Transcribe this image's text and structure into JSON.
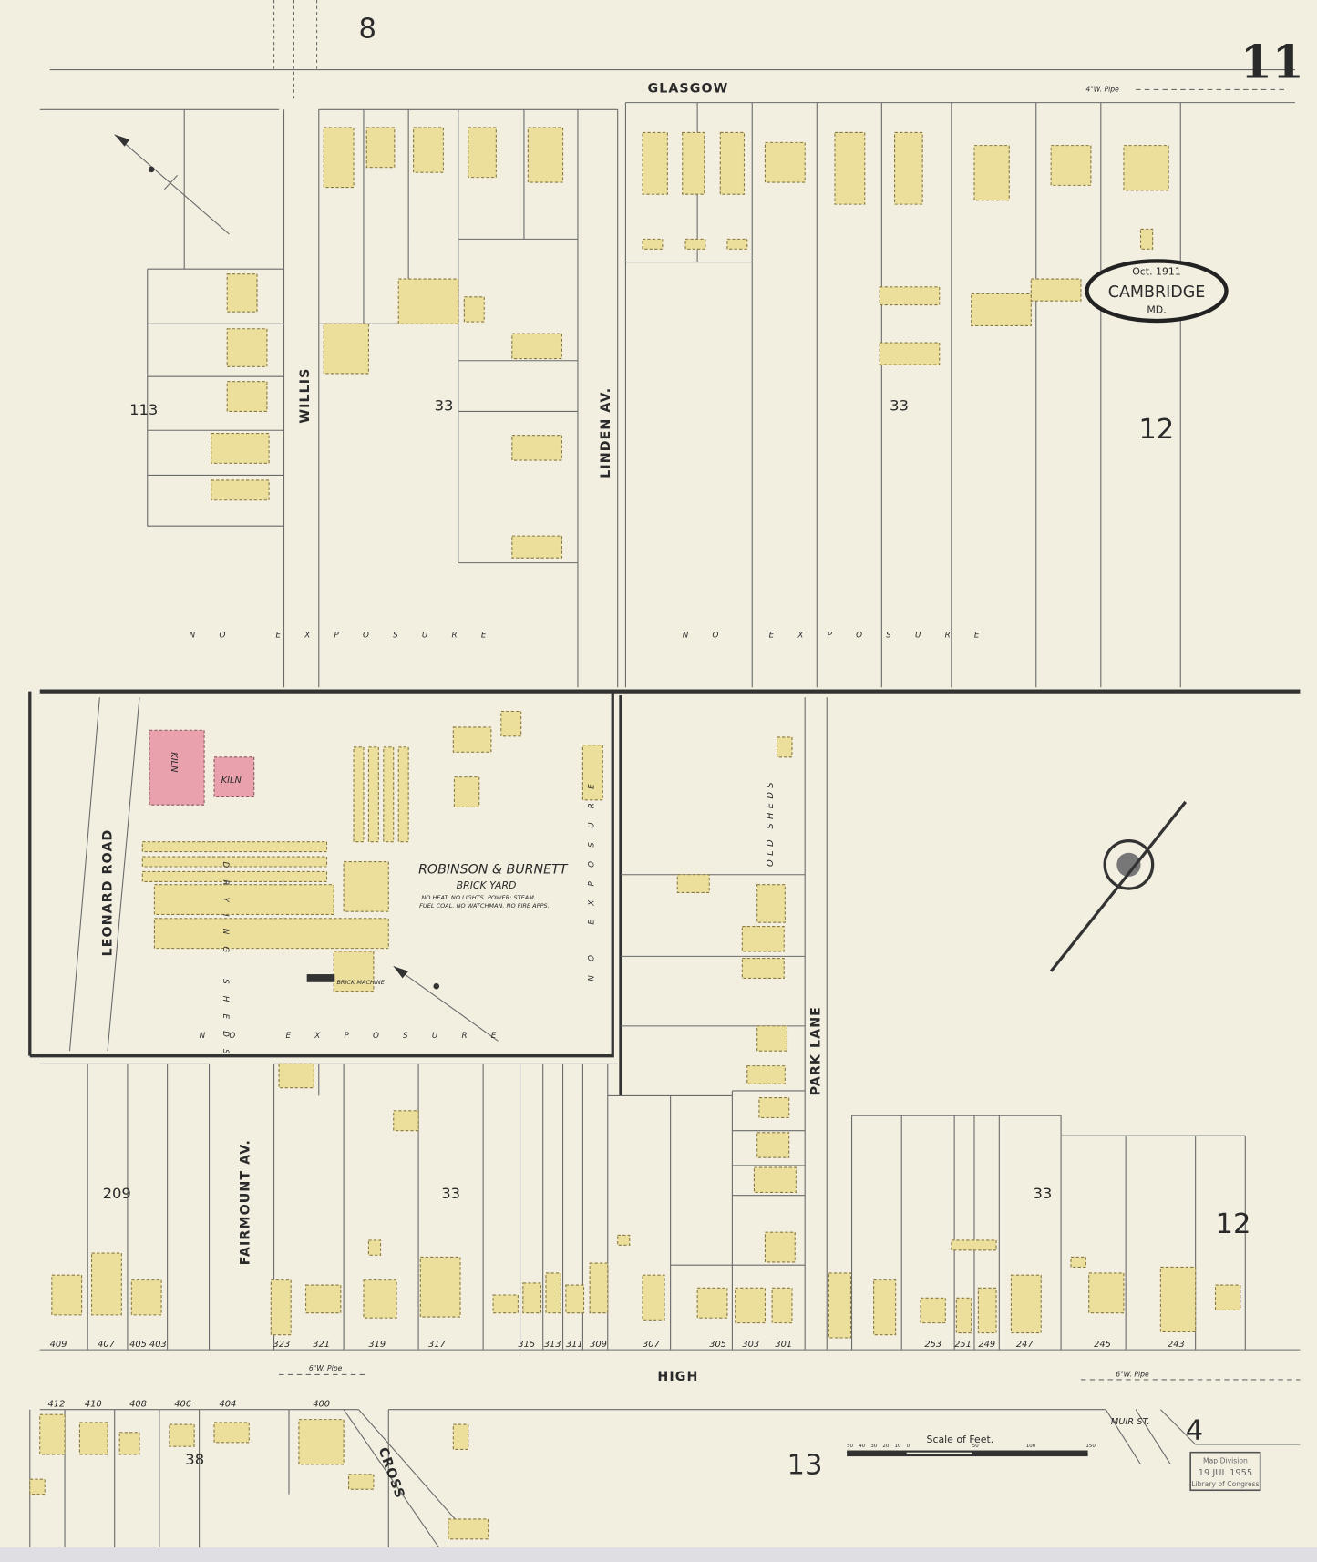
{
  "sheet": {
    "number": "11",
    "adjoining_top": "8",
    "adjoining_bottom": "13",
    "adjoining_bottom_right": "4"
  },
  "cartouche": {
    "date": "Oct. 1911",
    "city": "CAMBRIDGE",
    "state": "MD."
  },
  "streets": {
    "glasgow": "GLASGOW",
    "willis": "WILLIS",
    "linden": "LINDEN AV.",
    "leonard": "LEONARD ROAD",
    "fairmount": "FAIRMOUNT AV.",
    "park_lane": "PARK LANE",
    "high": "HIGH",
    "cross": "CROSS",
    "muir": "MUIR ST."
  },
  "blocks": [
    "113",
    "33",
    "33",
    "12",
    "209",
    "33",
    "33",
    "12",
    "38"
  ],
  "no_exposure": "NO EXPOSURE",
  "old_sheds": "OLD SHEDS",
  "brickyard": {
    "name": "ROBINSON & BURNETT",
    "type": "BRICK YARD",
    "note1": "NO HEAT. NO LIGHTS. POWER: STEAM.",
    "note2": "FUEL COAL. NO WATCHMAN. NO FIRE APPS.",
    "kiln": "KILN",
    "drying_sheds": "DRYING SHEDS",
    "brick_machine": "BRICK MACHINE"
  },
  "pipes": {
    "glasgow": "4\"W. Pipe",
    "high_left": "6\"W. Pipe",
    "high_right": "6\"W. Pipe"
  },
  "scale": {
    "title": "Scale of Feet.",
    "ticks": [
      "50",
      "40",
      "30",
      "20",
      "10",
      "0",
      "50",
      "100",
      "150"
    ]
  },
  "stamp": {
    "line1": "Map Division",
    "line2": "19 JUL 1955",
    "line3": "Library of Congress"
  },
  "addresses_high": [
    "409",
    "407",
    "405",
    "403",
    "323",
    "321",
    "319",
    "317",
    "315",
    "313",
    "311",
    "309",
    "307",
    "305",
    "303",
    "301",
    "253",
    "251",
    "249",
    "247",
    "245",
    "243"
  ],
  "addresses_bottom": [
    "412",
    "410",
    "408",
    "406",
    "404",
    "400"
  ]
}
